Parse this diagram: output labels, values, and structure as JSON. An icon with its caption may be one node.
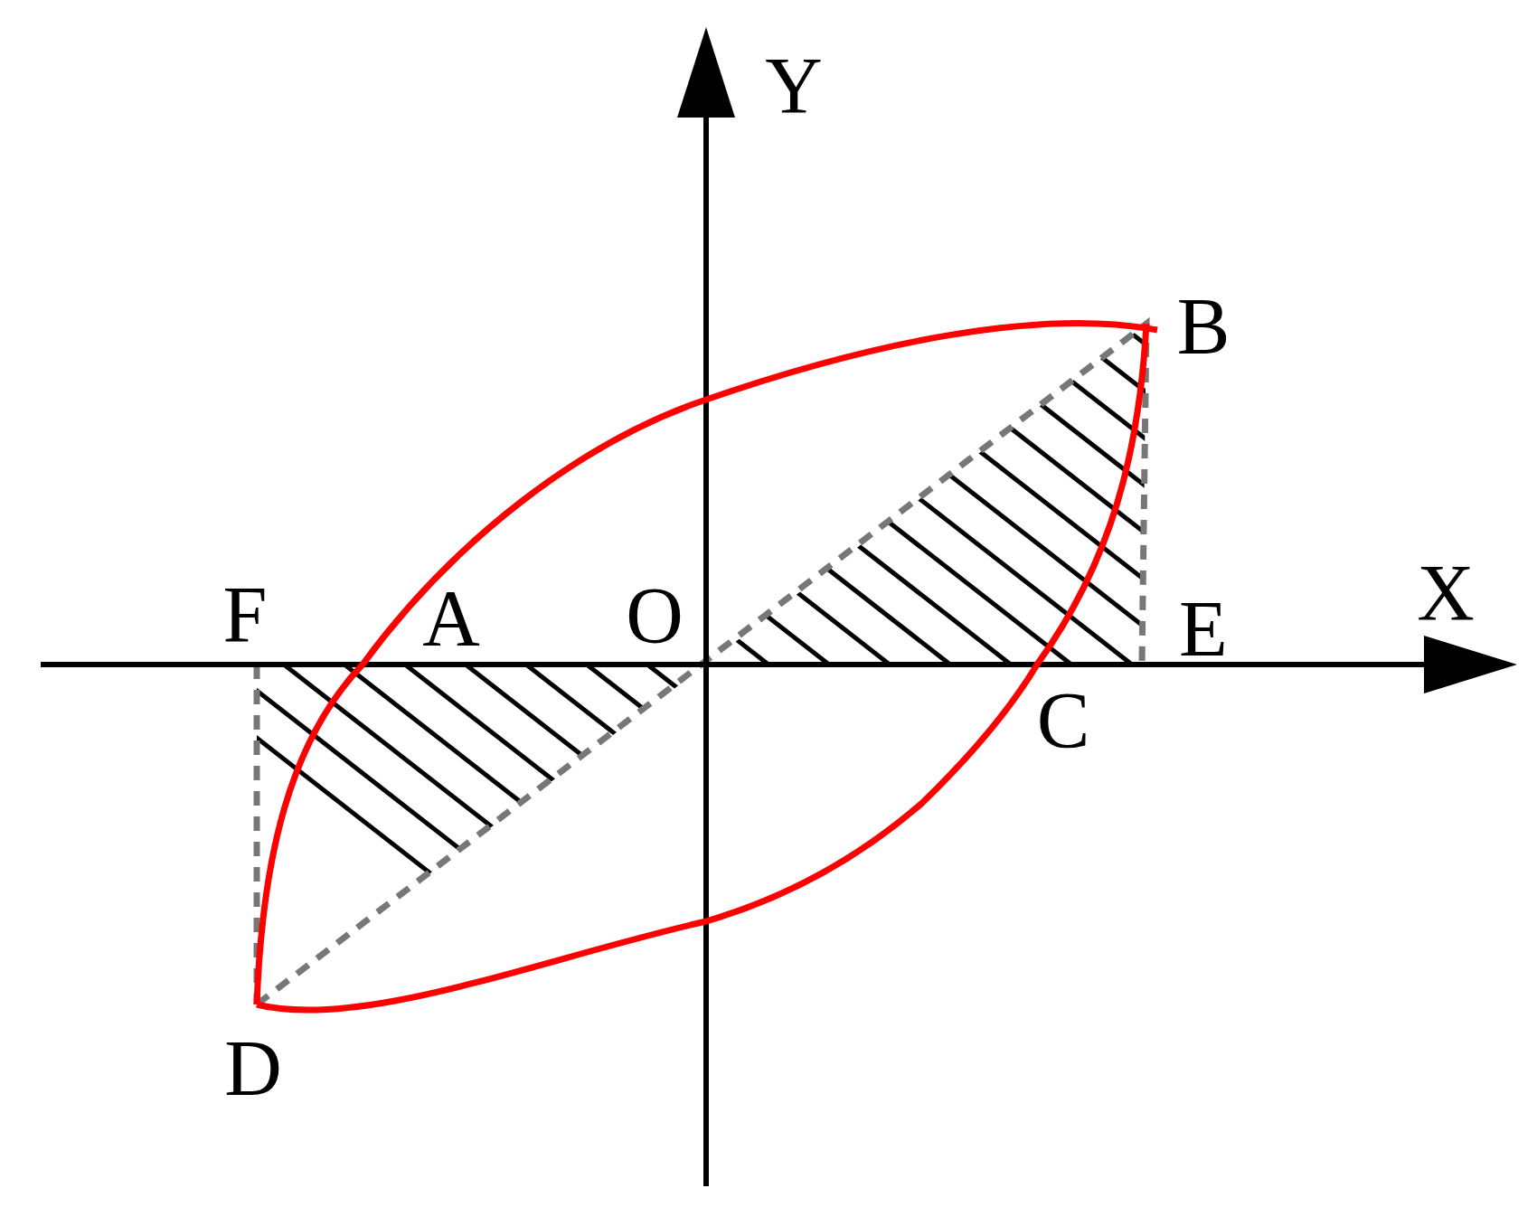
{
  "diagram": {
    "labels": [
      "Y",
      "B",
      "X",
      "F",
      "A",
      "O",
      "E",
      "C",
      "D"
    ]
  }
}
